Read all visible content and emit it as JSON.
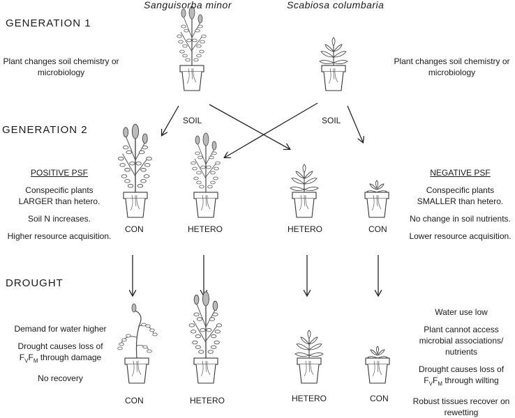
{
  "species": {
    "left": "Sanguisorba minor",
    "right": "Scabiosa columbaria"
  },
  "generation1": {
    "heading": "GENERATION 1",
    "left_note": "Plant changes soil chemistry or microbiology",
    "right_note": "Plant changes soil chemistry or microbiology",
    "soil_left": "SOIL",
    "soil_right": "SOIL"
  },
  "generation2": {
    "heading": "GENERATION 2",
    "positive": {
      "title": "POSITIVE PSF",
      "line1": "Conspecific plants LARGER than hetero.",
      "line2": "Soil N increases.",
      "line3": "Higher resource acquisition."
    },
    "negative": {
      "title": "NEGATIVE PSF",
      "line1": "Conspecific plants SMALLER than hetero.",
      "line2": "No change in soil nutrients.",
      "line3": "Lower resource acquisition."
    },
    "pot_labels": [
      "CON",
      "HETERO",
      "HETERO",
      "CON"
    ]
  },
  "drought": {
    "heading": "DROUGHT",
    "left": {
      "line1": "Demand for water higher",
      "line2a": "Drought causes loss of",
      "line2b": "F",
      "line2c": "V",
      "line2d": "F",
      "line2e": "M",
      "line2f": " through damage",
      "line3": "No recovery"
    },
    "right": {
      "line1": "Water use low",
      "line2": "Plant cannot access microbial associations/ nutrients",
      "line3a": "Drought causes loss of",
      "line3b": "F",
      "line3c": "V",
      "line3d": "F",
      "line3e": "M",
      "line3f": " through wilting",
      "line4": "Robust tissues recover on rewetting"
    },
    "pot_labels": [
      "CON",
      "HETERO",
      "HETERO",
      "CON"
    ]
  }
}
